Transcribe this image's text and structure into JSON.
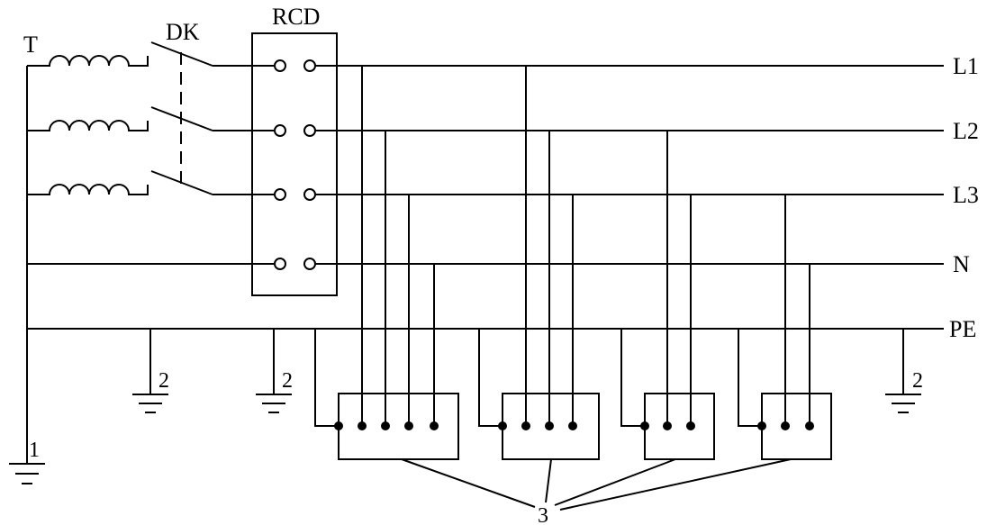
{
  "labels": {
    "transformer": "T",
    "switch": "DK",
    "rcd": "RCD",
    "l1": "L1",
    "l2": "L2",
    "l3": "L3",
    "n": "N",
    "pe": "PE"
  },
  "markers": {
    "source_ground": "1",
    "repeat_ground_a": "2",
    "repeat_ground_b": "2",
    "repeat_ground_c": "2",
    "equipment": "3"
  }
}
